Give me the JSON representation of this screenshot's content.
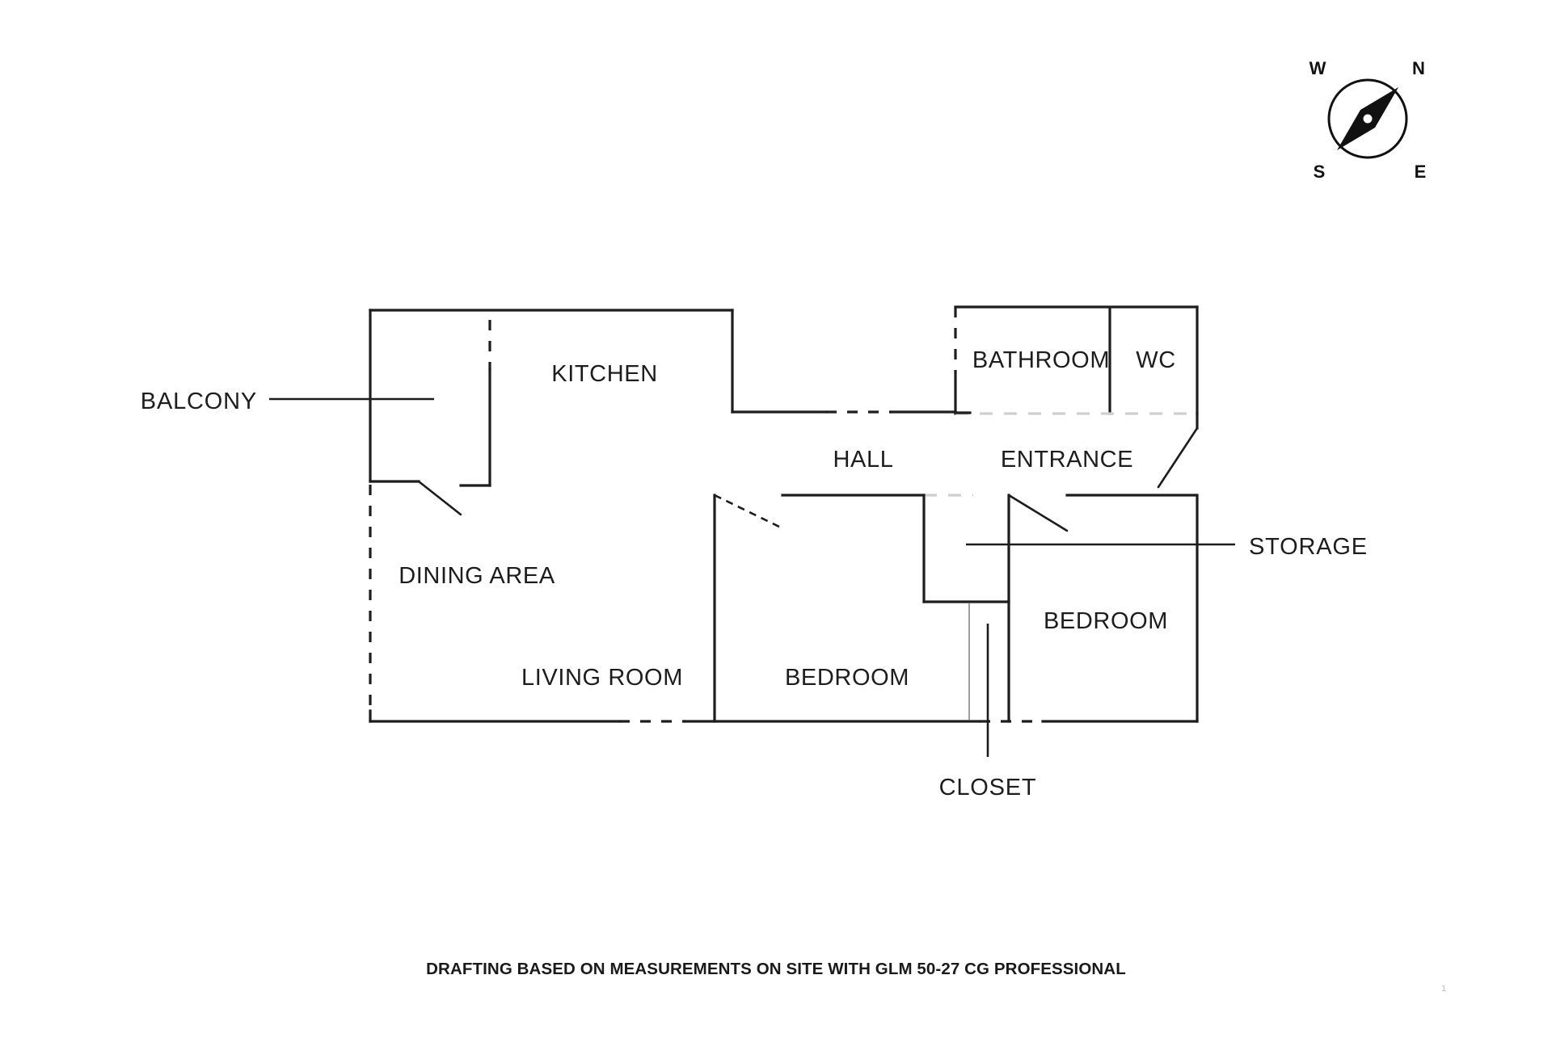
{
  "document": {
    "type": "architectural-floor-plan",
    "caption": "DRAFTING BASED ON MEASUREMENTS ON SITE WITH GLM 50-27 CG PROFESSIONAL",
    "page_number": "1",
    "background_color": "#ffffff",
    "line_color": "#1d1d1d"
  },
  "compass": {
    "name": "compass-rose",
    "north_label": "N",
    "east_label": "E",
    "south_label": "S",
    "west_label": "W",
    "needle_direction": "northeast"
  },
  "rooms": [
    {
      "id": "kitchen",
      "label": "KITCHEN"
    },
    {
      "id": "bathroom",
      "label": "BATHROOM"
    },
    {
      "id": "wc",
      "label": "WC"
    },
    {
      "id": "hall",
      "label": "HALL"
    },
    {
      "id": "entrance",
      "label": "ENTRANCE"
    },
    {
      "id": "dining-area",
      "label": "DINING AREA"
    },
    {
      "id": "living-room",
      "label": "LIVING ROOM"
    },
    {
      "id": "bedroom-left",
      "label": "BEDROOM"
    },
    {
      "id": "bedroom-right",
      "label": "BEDROOM"
    }
  ],
  "callouts": [
    {
      "id": "balcony",
      "label": "BALCONY",
      "side": "left"
    },
    {
      "id": "storage",
      "label": "STORAGE",
      "side": "right"
    },
    {
      "id": "closet",
      "label": "CLOSET",
      "side": "bottom"
    }
  ]
}
